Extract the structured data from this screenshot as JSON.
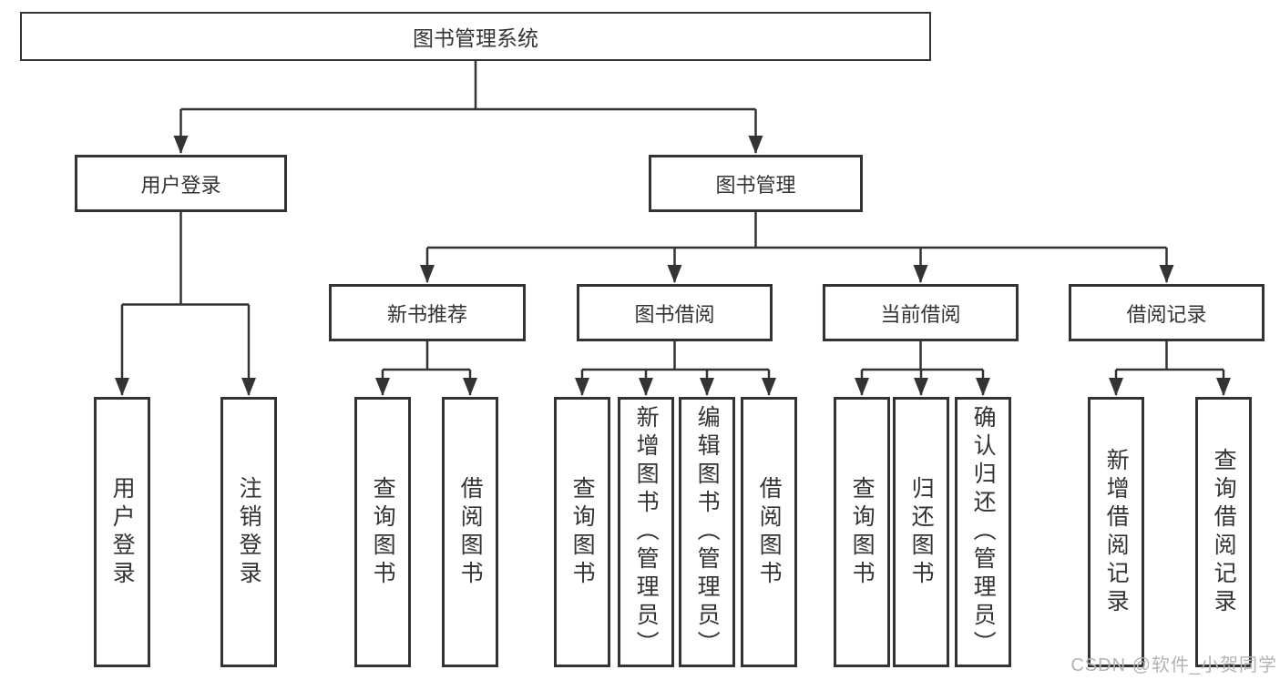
{
  "tree": {
    "root": "图书管理系统",
    "branches": [
      {
        "label": "用户登录",
        "leaves": [
          "用户登录",
          "注销登录"
        ]
      },
      {
        "label": "图书管理",
        "groups": [
          {
            "label": "新书推荐",
            "leaves": [
              "查询图书",
              "借阅图书"
            ]
          },
          {
            "label": "图书借阅",
            "leaves": [
              "查询图书",
              "新增图书（管理员）",
              "编辑图书（管理员）",
              "借阅图书"
            ]
          },
          {
            "label": "当前借阅",
            "leaves": [
              "查询图书",
              "归还图书",
              "确认归还（管理员）"
            ]
          },
          {
            "label": "借阅记录",
            "leaves": [
              "新增借阅记录",
              "查询借阅记录"
            ]
          }
        ]
      }
    ]
  },
  "watermark": "CSDN @软件_小贺同学",
  "colors": {
    "line": "#333333",
    "text": "#333333",
    "background": "#ffffff",
    "watermark": "#b3b3b3"
  }
}
